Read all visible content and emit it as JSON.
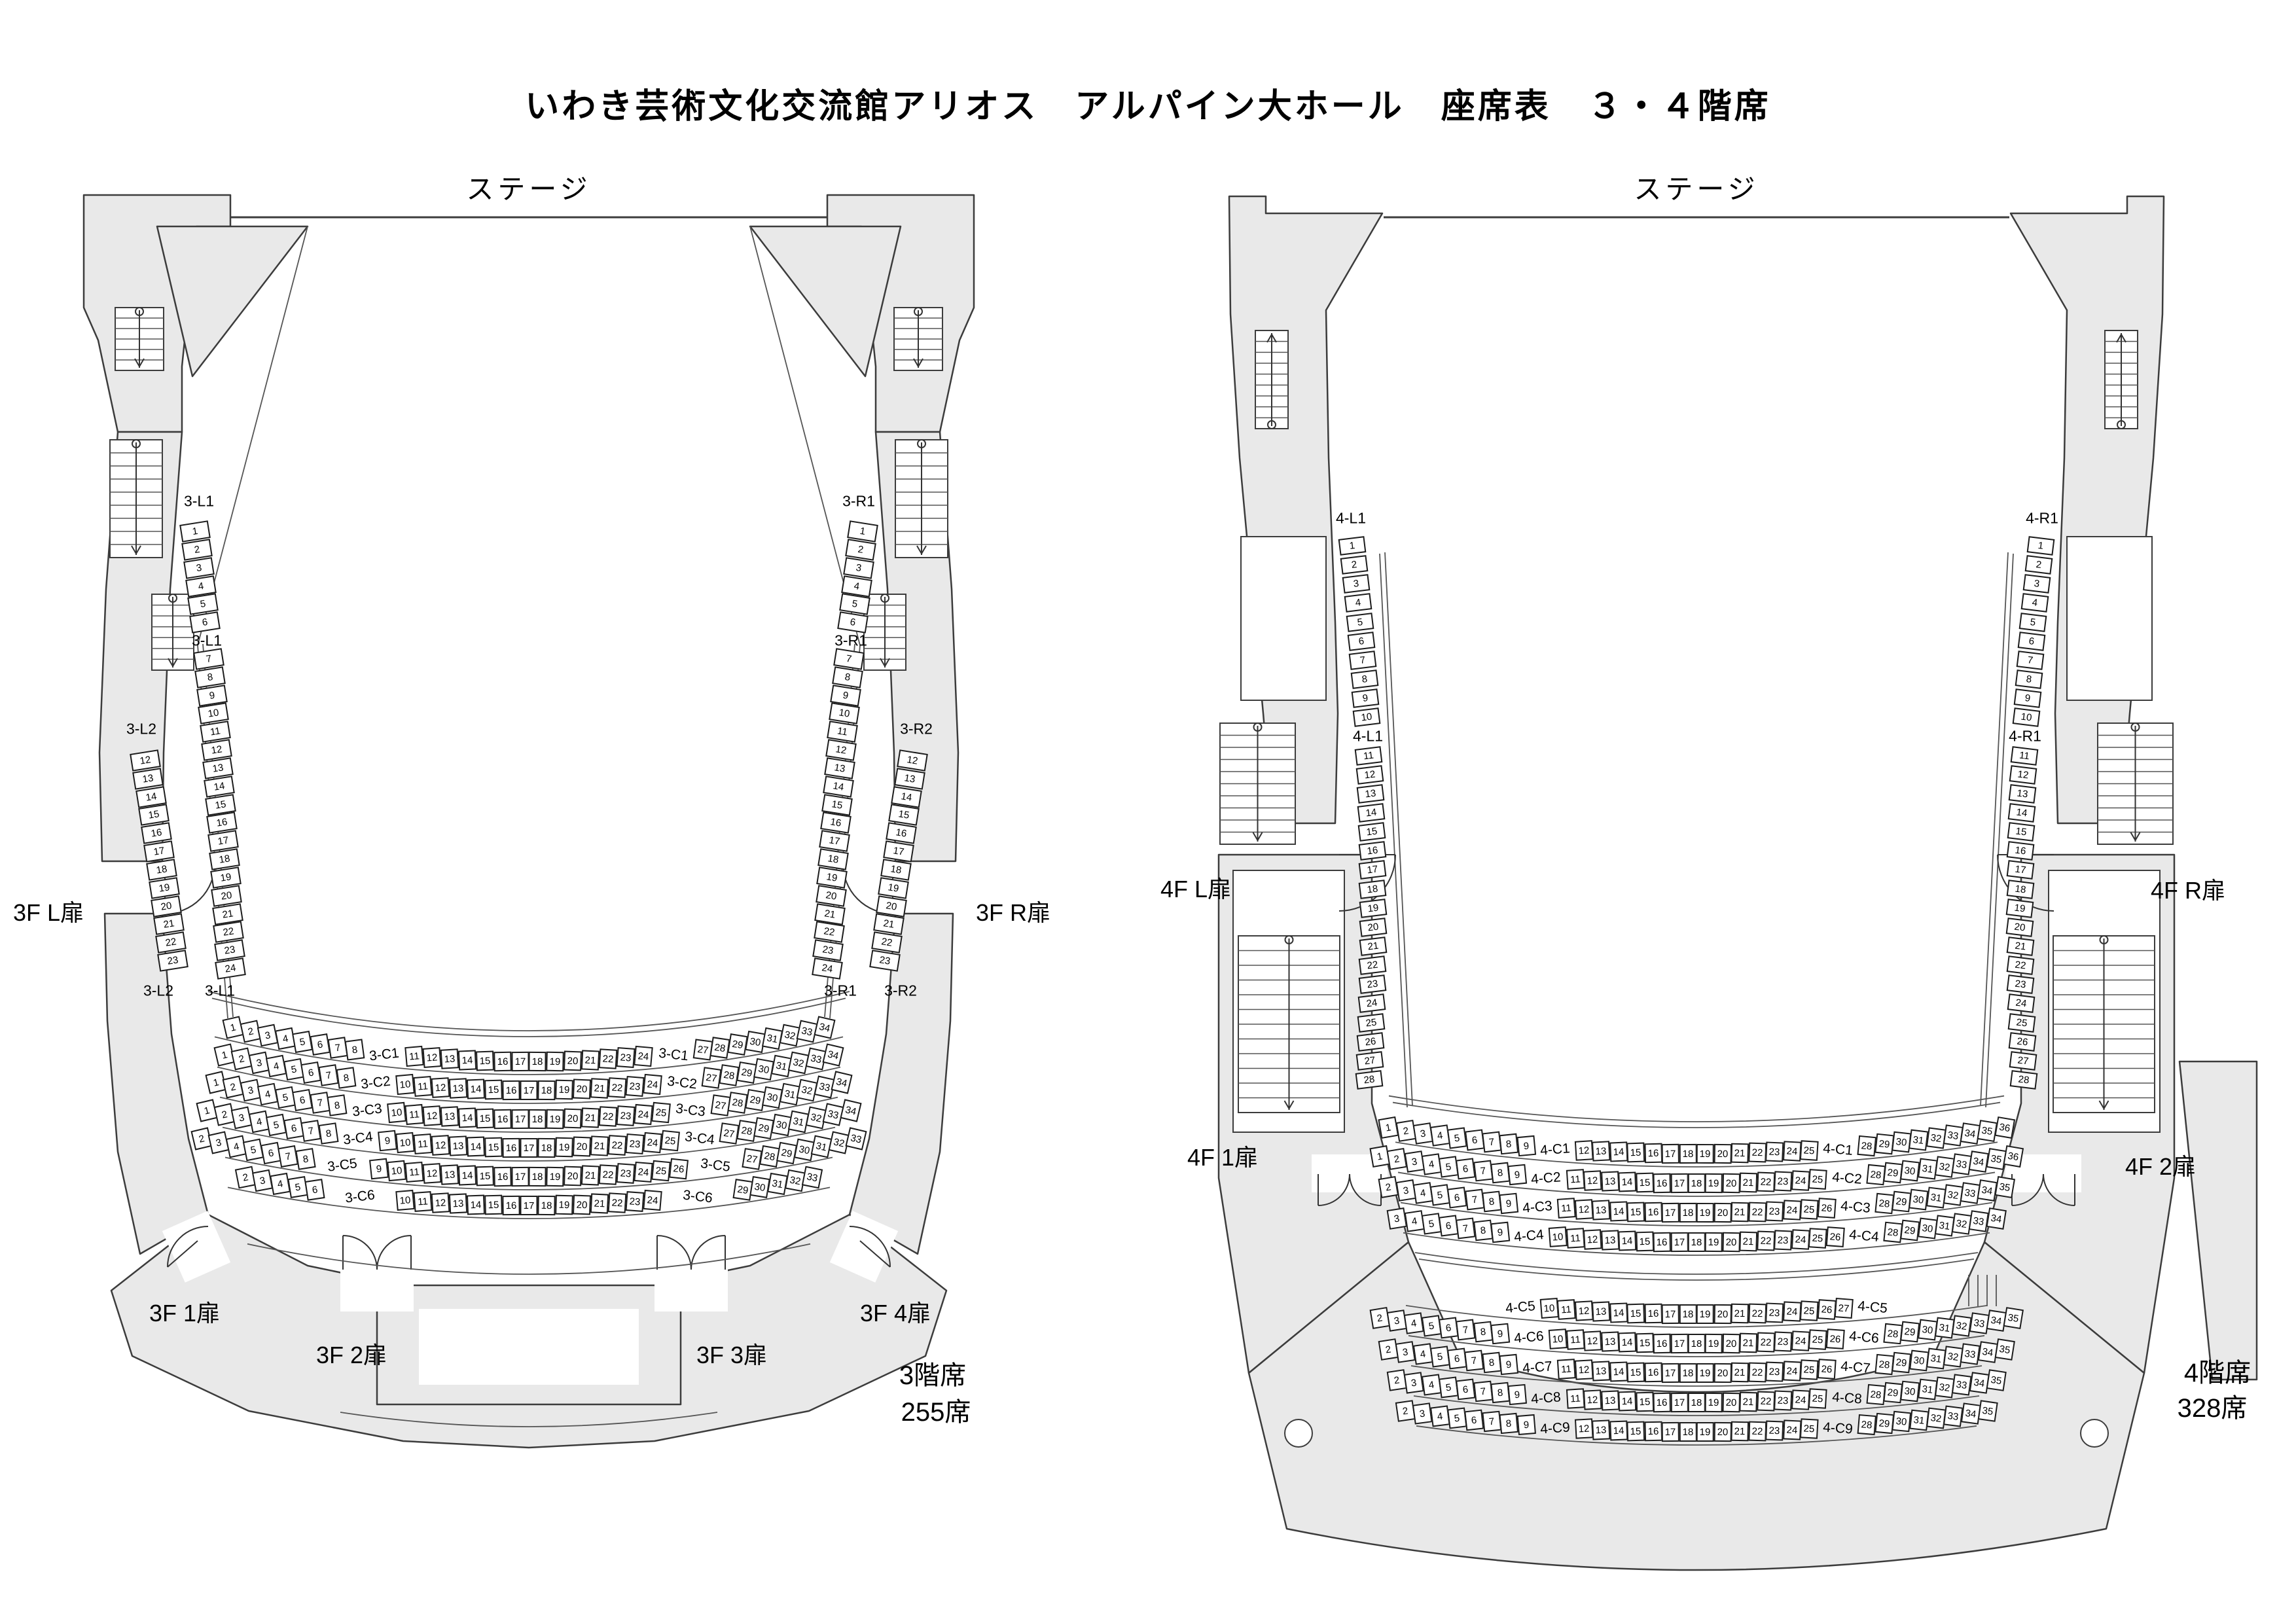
{
  "title": "いわき芸術文化交流館アリオス　アルパイン大ホール　座席表　３・４階席",
  "halls": [
    {
      "id": "3f",
      "stage_label": "ステージ",
      "floor_label": "3階席",
      "capacity_label": "255席",
      "doors": {
        "left": "3F L扉",
        "right": "3F R扉",
        "bottom": [
          "3F 1扉",
          "3F 2扉",
          "3F 3扉",
          "3F 4扉"
        ]
      },
      "columns": {
        "l1": {
          "top_label": "3-L1",
          "mid_label": "3-L1",
          "bottom_label": "3-L1",
          "upper": [
            1,
            6
          ],
          "lower": [
            7,
            24
          ]
        },
        "l2": {
          "top_label": "3-L2",
          "bottom_label": "3-L2",
          "seats": [
            12,
            23
          ]
        },
        "r1": {
          "top_label": "3-R1",
          "mid_label": "3-R1",
          "bottom_label": "3-R1",
          "upper": [
            1,
            6
          ],
          "lower": [
            7,
            24
          ]
        },
        "r2": {
          "top_label": "3-R2",
          "bottom_label": "3-R2",
          "seats": [
            12,
            23
          ]
        }
      },
      "rows": [
        {
          "label": "3-C1",
          "left": [
            1,
            8
          ],
          "center": [
            11,
            24
          ],
          "right": [
            27,
            34
          ]
        },
        {
          "label": "3-C2",
          "left": [
            1,
            8
          ],
          "center": [
            10,
            24
          ],
          "right": [
            27,
            34
          ]
        },
        {
          "label": "3-C3",
          "left": [
            1,
            8
          ],
          "center": [
            10,
            25
          ],
          "right": [
            27,
            34
          ]
        },
        {
          "label": "3-C4",
          "left": [
            1,
            8
          ],
          "center": [
            9,
            25
          ],
          "right": [
            27,
            34
          ]
        },
        {
          "label": "3-C5",
          "left": [
            2,
            8
          ],
          "center": [
            9,
            26
          ],
          "right": [
            27,
            33
          ]
        },
        {
          "label": "3-C6",
          "left": [
            2,
            6
          ],
          "center": [
            10,
            24
          ],
          "right": [
            29,
            33
          ]
        }
      ]
    },
    {
      "id": "4f",
      "stage_label": "ステージ",
      "floor_label": "4階席",
      "capacity_label": "328席",
      "doors": {
        "left": "4F L扉",
        "right": "4F R扉",
        "bottom": [
          "4F 1扉",
          "4F 2扉"
        ]
      },
      "columns": {
        "l1": {
          "top_label": "4-L1",
          "mid_label": "4-L1",
          "upper": [
            1,
            10
          ],
          "lower": [
            11,
            28
          ]
        },
        "r1": {
          "top_label": "4-R1",
          "mid_label": "4-R1",
          "upper": [
            1,
            10
          ],
          "lower": [
            11,
            28
          ]
        }
      },
      "rows": [
        {
          "label": "4-C1",
          "left": [
            1,
            9
          ],
          "center": [
            12,
            25
          ],
          "right": [
            28,
            36
          ]
        },
        {
          "label": "4-C2",
          "left": [
            1,
            9
          ],
          "center": [
            11,
            25
          ],
          "right": [
            28,
            36
          ]
        },
        {
          "label": "4-C3",
          "left": [
            2,
            9
          ],
          "center": [
            11,
            26
          ],
          "right": [
            28,
            35
          ]
        },
        {
          "label": "4-C4",
          "left": [
            3,
            9
          ],
          "center": [
            10,
            26
          ],
          "right": [
            28,
            34
          ]
        },
        {
          "label": "4-C5",
          "left": null,
          "center": [
            10,
            27
          ],
          "right": null
        },
        {
          "label": "4-C6",
          "left": [
            2,
            9
          ],
          "center": [
            10,
            26
          ],
          "right": [
            28,
            35
          ]
        },
        {
          "label": "4-C7",
          "left": [
            2,
            9
          ],
          "center": [
            11,
            26
          ],
          "right": [
            28,
            35
          ]
        },
        {
          "label": "4-C8",
          "left": [
            2,
            9
          ],
          "center": [
            11,
            25
          ],
          "right": [
            28,
            35
          ]
        },
        {
          "label": "4-C9",
          "left": [
            2,
            9
          ],
          "center": [
            12,
            25
          ],
          "right": [
            28,
            35
          ]
        }
      ]
    }
  ]
}
